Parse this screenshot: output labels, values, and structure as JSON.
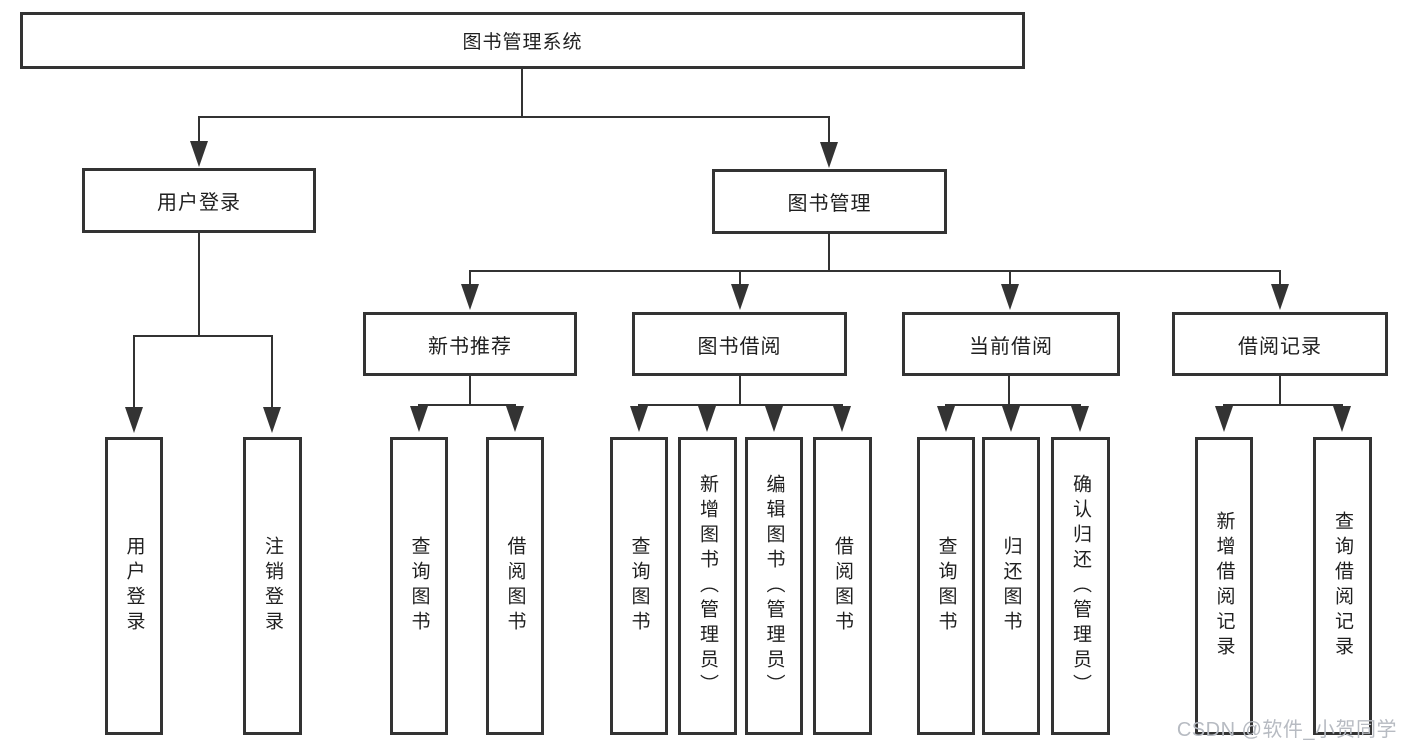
{
  "diagram": {
    "root": {
      "label": "图书管理系统"
    },
    "branches": [
      {
        "label": "用户登录",
        "children": [
          "用户登录",
          "注销登录"
        ]
      },
      {
        "label": "图书管理",
        "children": [
          {
            "label": "新书推荐",
            "children": [
              "查询图书",
              "借阅图书"
            ]
          },
          {
            "label": "图书借阅",
            "children": [
              "查询图书",
              "新增图书（管理员）",
              "编辑图书（管理员）",
              "借阅图书"
            ]
          },
          {
            "label": "当前借阅",
            "children": [
              "查询图书",
              "归还图书",
              "确认归还（管理员）"
            ]
          },
          {
            "label": "借阅记录",
            "children": [
              "新增借阅记录",
              "查询借阅记录"
            ]
          }
        ]
      }
    ]
  },
  "watermark": {
    "text": "CSDN @软件_小贺同学"
  },
  "colors": {
    "line": "#333333",
    "text": "#1f1f1f",
    "bg": "#ffffff",
    "watermark": "#b7bbc2"
  }
}
